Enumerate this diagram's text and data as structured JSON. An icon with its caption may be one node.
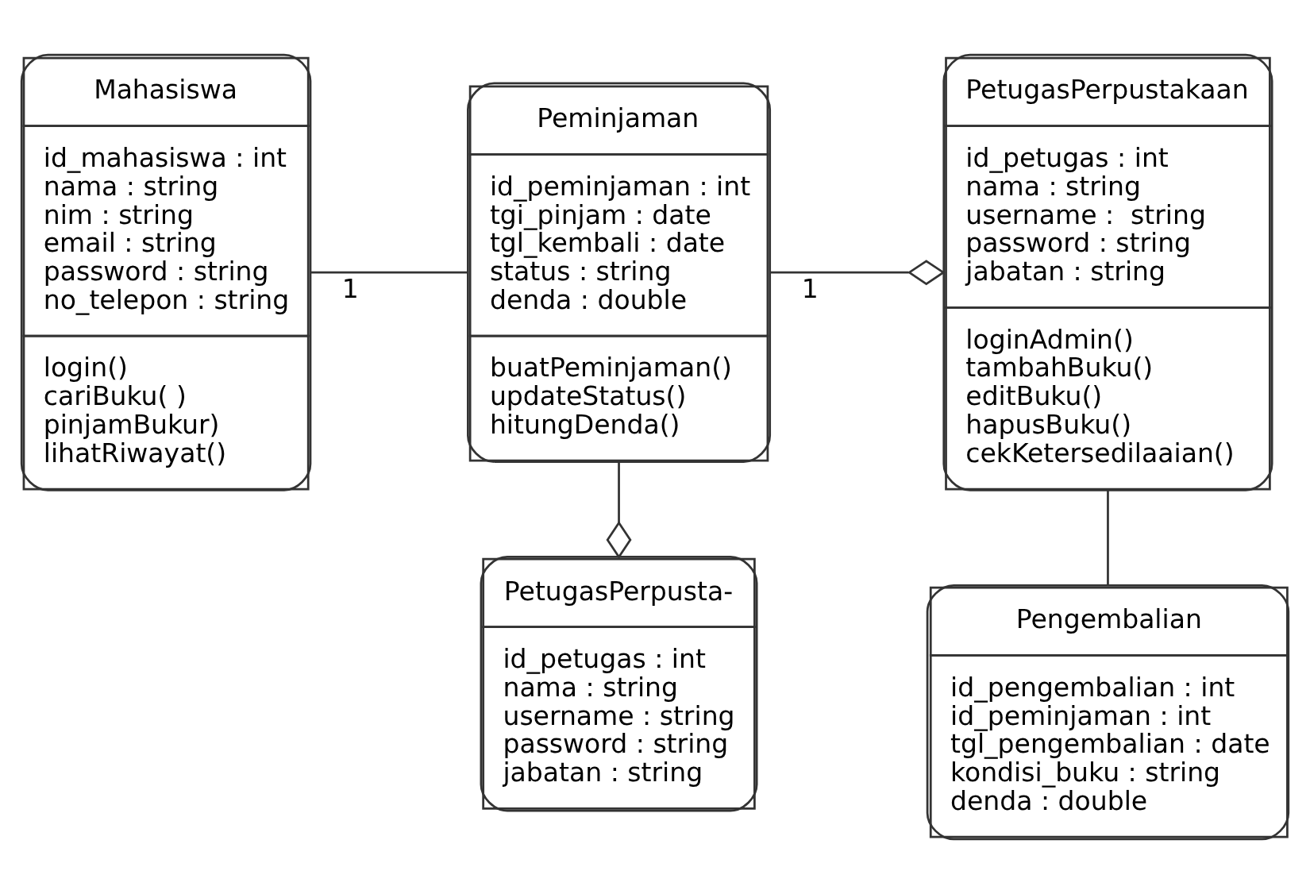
{
  "diagram": {
    "nodes": [
      {
        "text": [
          "Mahasiswa",
          "id_mahasiswa : int",
          "nama : string",
          "nim : string",
          "email : string",
          "password : string",
          "no_telepon : string",
          "login()",
          "cariBuku( )",
          "pinjamBukur)",
          "lihatRiwayat()"
        ]
      },
      {
        "text": [
          "Peminjaman",
          "id_peminjaman : int",
          "tgi_pinjam : date",
          "tgl_kembali : date",
          "status : string",
          "denda : double",
          "buatPeminjaman()",
          "updateStatus()",
          "hitungDenda()"
        ]
      },
      {
        "text": [
          "PetugasPerpustakaan",
          "id_petugas : int",
          "nama : string",
          "username :  string",
          "password : string",
          "jabatan : string",
          "loginAdmin()",
          "tambahBuku()",
          "editBuku()",
          "hapusBuku()",
          "cekKetersedilaaian()"
        ]
      },
      {
        "text": [
          "PetugasPerpusta-",
          "id_petugas : int",
          "nama : string",
          "username : string",
          "password : string",
          "jabatan : string"
        ]
      },
      {
        "text": [
          "Pengembalian",
          "id_pengembalian : int",
          "id_peminjaman : int",
          "tgl_pengembalian : date",
          "kondisi_buku : string",
          "denda : double"
        ]
      }
    ],
    "edges": [
      {
        "from": 0,
        "to": 1,
        "arrow": "none",
        "label": "1"
      },
      {
        "from": 1,
        "to": 2,
        "arrow": "other",
        "label": "1"
      },
      {
        "from": 1,
        "to": 3,
        "arrow": "other"
      },
      {
        "from": 2,
        "to": 4,
        "arrow": "none"
      }
    ]
  }
}
